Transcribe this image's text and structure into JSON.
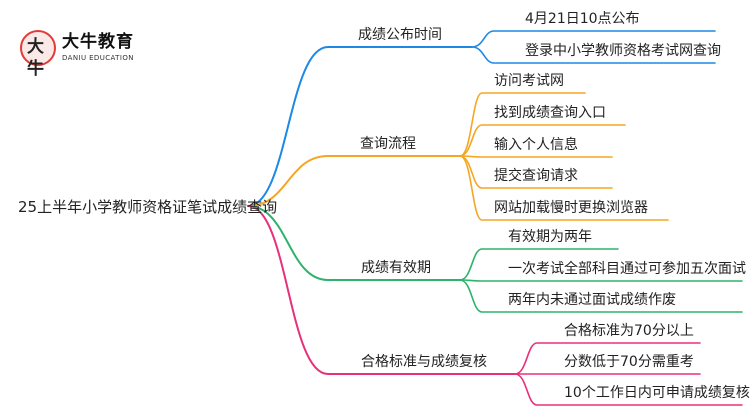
{
  "logo": {
    "name": "大牛教育",
    "sub": "DANIU EDUCATION",
    "mark": "大牛"
  },
  "root": {
    "label": "25上半年小学教师资格证笔试成绩查询"
  },
  "branches": [
    {
      "label": "成绩公布时间",
      "color": "#1e88e5",
      "children": [
        "4月21日10点公布",
        "登录中小学教师资格考试网查询"
      ]
    },
    {
      "label": "查询流程",
      "color": "#f5a623",
      "children": [
        "访问考试网",
        "找到成绩查询入口",
        "输入个人信息",
        "提交查询请求",
        "网站加载慢时更换浏览器"
      ]
    },
    {
      "label": "成绩有效期",
      "color": "#2db36b",
      "children": [
        "有效期为两年",
        "一次考试全部科目通过可参加五次面试",
        "两年内未通过面试成绩作废"
      ]
    },
    {
      "label": "合格标准与成绩复核",
      "color": "#e8307a",
      "children": [
        "合格标准为70分以上",
        "分数低于70分需重考",
        "10个工作日内可申请成绩复核"
      ]
    }
  ]
}
